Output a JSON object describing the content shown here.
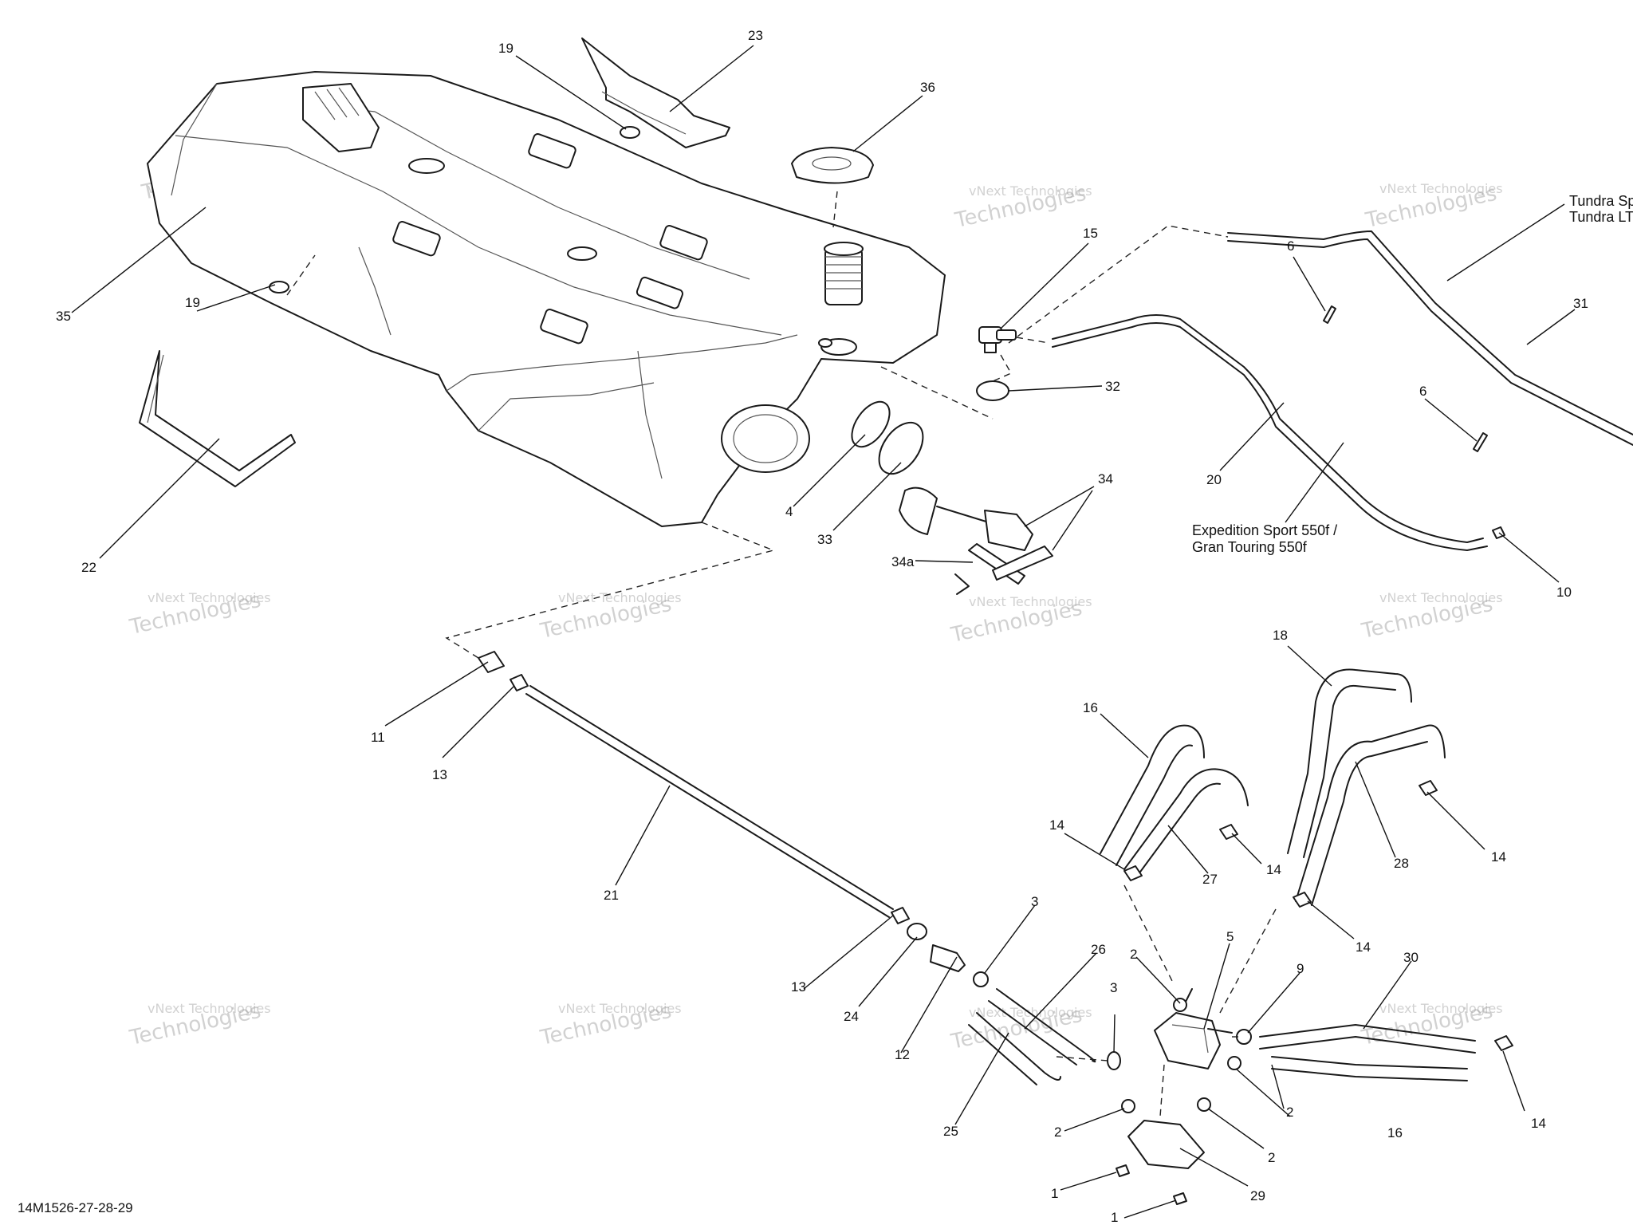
{
  "diagram_id": "14M1526-27-28-29",
  "watermark": {
    "line1": "vNext Technologies",
    "line2": "Technologies",
    "top": "vNext"
  },
  "notes": {
    "expedition_line1": "Expedition Sport 550f /",
    "expedition_line2": "Gran Touring 550f",
    "tundra_line1": "Tundra Sp",
    "tundra_line2": "Tundra LT"
  },
  "callouts": [
    "19",
    "23",
    "36",
    "35",
    "19",
    "15",
    "6",
    "31",
    "32",
    "6",
    "4",
    "33",
    "20",
    "34",
    "34a",
    "10",
    "22",
    "11",
    "13",
    "21",
    "16",
    "18",
    "14",
    "27",
    "14",
    "28",
    "14",
    "14",
    "3",
    "26",
    "2",
    "5",
    "9",
    "30",
    "13",
    "24",
    "12",
    "3",
    "25",
    "2",
    "16",
    "14",
    "2",
    "2",
    "29",
    "1",
    "1"
  ]
}
